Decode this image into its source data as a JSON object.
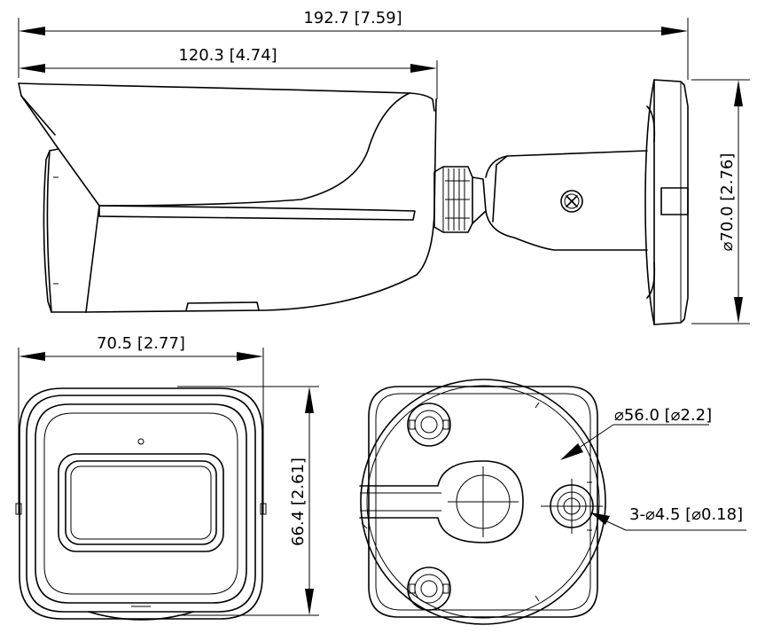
{
  "dimensions": {
    "total_length": "192.7 [7.59]",
    "housing_length": "120.3 [4.74]",
    "mount_base_diameter": "⌀70.0 [2.76]",
    "front_width": "70.5 [2.77]",
    "front_height": "66.4 [2.61]",
    "bolt_circle": "⌀56.0 [⌀2.2]",
    "mount_holes": "3-⌀4.5 [⌀0.18]"
  }
}
